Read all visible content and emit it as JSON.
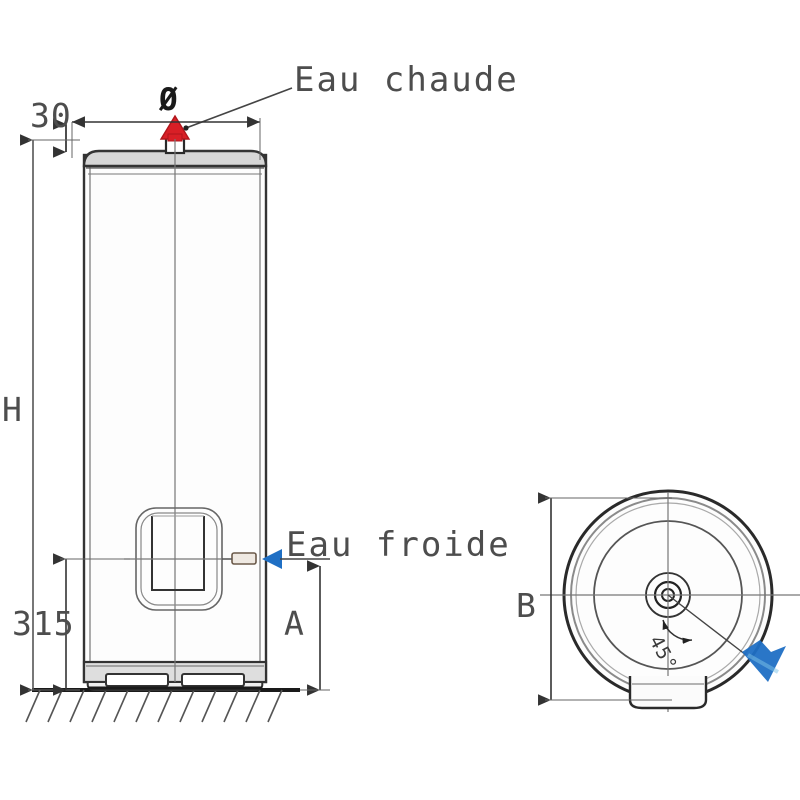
{
  "drawing": {
    "title_visible": false,
    "labels": {
      "hot_water": "Eau chaude",
      "cold_water": "Eau froide",
      "diameter_symbol": "Ø",
      "dim_top_offset": "30",
      "dim_height": "H",
      "dim_base_315": "315",
      "dim_a": "A",
      "dim_b": "B",
      "angle": "45°"
    },
    "colors": {
      "hot_water_marker": "#d81f26",
      "cold_water_marker": "#1f6fc4",
      "line": "#333333",
      "line_light": "#666666",
      "text": "#4d4d4d",
      "fill_light": "#fbfbfb",
      "fill_band": "#d9d9d9",
      "background": "#ffffff"
    },
    "views": {
      "front": {
        "name": "front-elevation",
        "description": "vertical cylindrical water heater tank on floor"
      },
      "top": {
        "name": "top-plan-view",
        "description": "circular plan view with concentric rings and 45 degree inlet"
      }
    }
  }
}
